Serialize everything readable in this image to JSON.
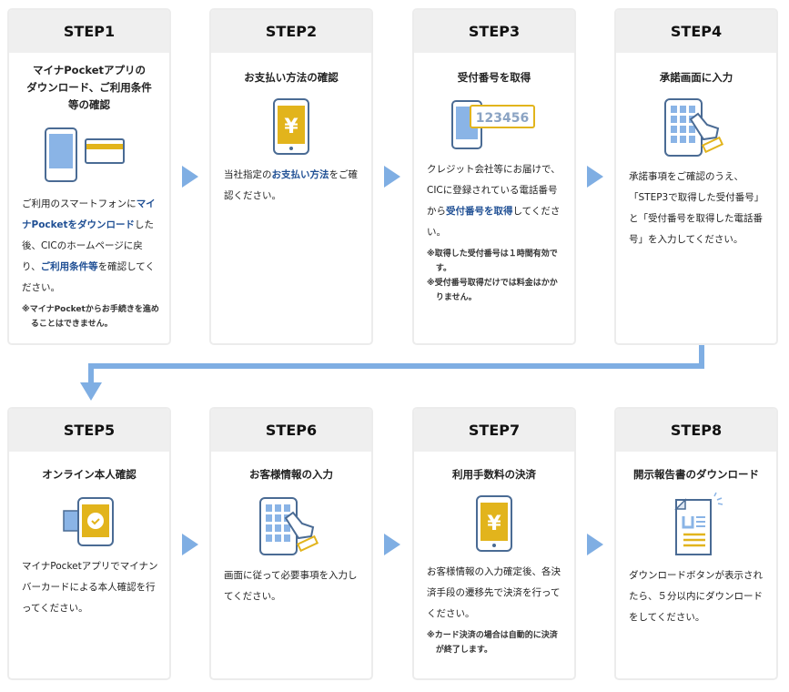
{
  "colors": {
    "accent": "#1f4f94",
    "arrow": "#7faee3",
    "header_bg": "#efefef",
    "icon_blue": "#8ab4e6",
    "icon_yellow": "#e2b41c"
  },
  "steps": [
    {
      "label": "STEP1",
      "title": [
        "マイナPocketアプリの",
        "ダウンロード、ご利用条件",
        "等の確認"
      ],
      "icon": "phone-and-card-icon",
      "body": [
        {
          "t": "ご利用のスマートフォンに"
        },
        {
          "t": "マイナPocketをダウンロード",
          "hl": true
        },
        {
          "t": "した後、CICのホームページに戻り、"
        },
        {
          "t": "ご利用条件等",
          "hl": true
        },
        {
          "t": "を確認してください。"
        }
      ],
      "notes": [
        "※マイナPocketからお手続きを進めることはできません。"
      ]
    },
    {
      "label": "STEP2",
      "title": [
        "お支払い方法の確認"
      ],
      "icon": "yen-phone-icon",
      "body": [
        {
          "t": "当社指定の"
        },
        {
          "t": "お支払い方法",
          "hl": true
        },
        {
          "t": "をご確認ください。"
        }
      ],
      "notes": []
    },
    {
      "label": "STEP3",
      "title": [
        "受付番号を取得"
      ],
      "icon": "phone-number-bubble-icon",
      "bubble_number": "123456",
      "body": [
        {
          "t": "クレジット会社等にお届けで、CICに登録されている電話番号から"
        },
        {
          "t": "受付番号を取得",
          "hl": true
        },
        {
          "t": "してください。"
        }
      ],
      "notes": [
        "※取得した受付番号は１時間有効です。",
        "※受付番号取得だけでは料金はかかりません。"
      ]
    },
    {
      "label": "STEP4",
      "title": [
        "承諾画面に入力"
      ],
      "icon": "tablet-touch-icon",
      "body": [
        {
          "t": "承諾事項をご確認のうえ、「STEP3で取得した受付番号」と「受付番号を取得した電話番号」を入力してください。"
        }
      ],
      "notes": []
    },
    {
      "label": "STEP5",
      "title": [
        "オンライン本人確認"
      ],
      "icon": "id-card-check-phone-icon",
      "body": [
        {
          "t": "マイナPocketアプリでマイナンバーカードによる本人確認を行ってください。"
        }
      ],
      "notes": []
    },
    {
      "label": "STEP6",
      "title": [
        "お客様情報の入力"
      ],
      "icon": "tablet-touch-icon",
      "body": [
        {
          "t": "画面に従って必要事項を入力してください。"
        }
      ],
      "notes": []
    },
    {
      "label": "STEP7",
      "title": [
        "利用手数料の決済"
      ],
      "icon": "yen-phone-icon",
      "body": [
        {
          "t": "お客様情報の入力確定後、各決済手段の遷移先で決済を行ってください。"
        }
      ],
      "notes": [
        "※カード決済の場合は自動的に決済が終了します。"
      ]
    },
    {
      "label": "STEP8",
      "title": [
        "開示報告書のダウンロード"
      ],
      "icon": "document-icon",
      "body": [
        {
          "t": "ダウンロードボタンが表示されたら、５分以内にダウンロードをしてください。"
        }
      ],
      "notes": []
    }
  ]
}
